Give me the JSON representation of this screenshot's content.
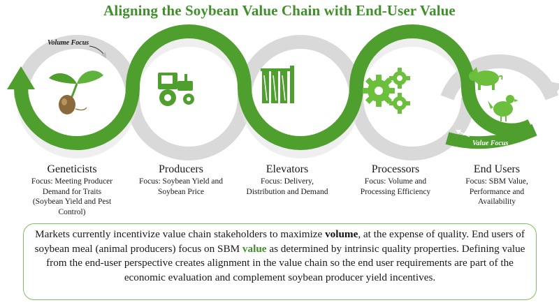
{
  "title": "Aligning the Soybean Value Chain with End-User Value",
  "flow_labels": {
    "volume_focus": "Volume Focus",
    "value_focus": "Value Focus"
  },
  "stages": [
    {
      "name": "Geneticists",
      "focus": "Focus: Meeting Producer Demand for Traits (Soybean Yield and Pest Control)",
      "icon": "sprouting-seed-icon"
    },
    {
      "name": "Producers",
      "focus": "Focus: Soybean Yield and Soybean Price",
      "icon": "tractor-icon"
    },
    {
      "name": "Elevators",
      "focus": "Focus: Delivery, Distribution and Demand",
      "icon": "grain-elevator-icon"
    },
    {
      "name": "Processors",
      "focus": "Focus: Volume and Processing Efficiency",
      "icon": "gears-icon"
    },
    {
      "name": "End Users",
      "focus": "Focus: SBM Value, Performance and Availability",
      "icon": "pig-and-chicken-icon"
    }
  ],
  "summary": {
    "part1": "Markets currently incentivize value chain stakeholders to maximize ",
    "emph1": "volume",
    "part2": ", at the expense of quality. End users of soybean meal (animal producers) focus on SBM ",
    "emph2": "value",
    "part3": " as determined by intrinsic quality properties. Defining value from the end-user perspective creates alignment in the value chain so the end user requirements are part of the economic evaluation and complement soybean producer yield incentives."
  },
  "colors": {
    "green": "#4f9f2f",
    "light_green": "#5fb33a",
    "gray_loop": "#d9d9d9",
    "title_green": "#3f8f2a"
  }
}
